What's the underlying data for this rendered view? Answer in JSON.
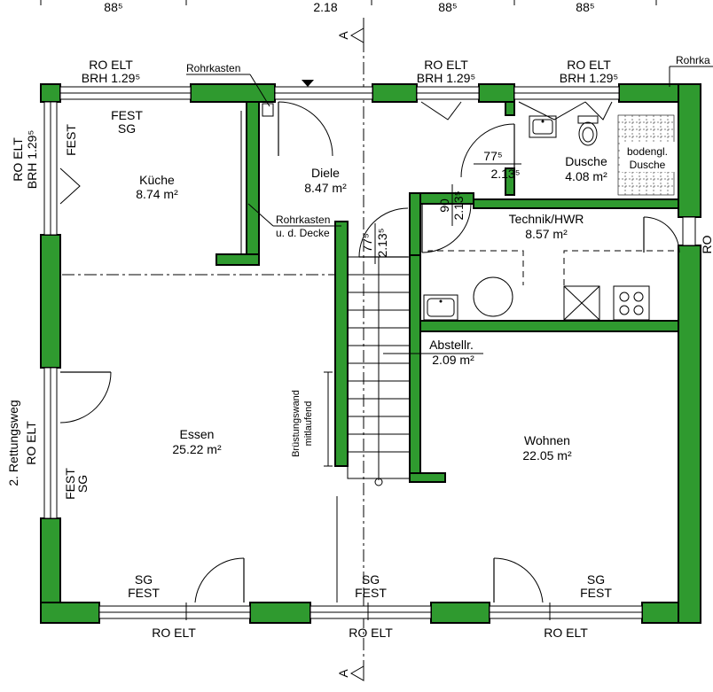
{
  "dimensions": {
    "d1": "88⁵",
    "d2": "2.18",
    "d3": "88⁵",
    "d4": "88⁵"
  },
  "section": {
    "marker": "A"
  },
  "window_labels": {
    "top_left": {
      "l1": "RO ELT",
      "l2": "BRH 1.29⁵"
    },
    "top_mid": {
      "l1": "RO ELT",
      "l2": "BRH 1.29⁵"
    },
    "top_right": {
      "l1": "RO ELT",
      "l2": "BRH 1.29⁵"
    },
    "left_top": {
      "l1": "RO ELT",
      "l2": "BRH 1.29⁵"
    },
    "kueche_fest": "FEST",
    "kueche_fest_sg": {
      "l1": "FEST",
      "l2": "SG"
    },
    "left_escape": "2. Rettungsweg",
    "left_ro": "RO ELT",
    "left_fest_sg": {
      "l1": "FEST",
      "l2": "SG"
    },
    "bottom_left": {
      "l1": "SG",
      "l2": "FEST"
    },
    "bottom_mid": {
      "l1": "SG",
      "l2": "FEST"
    },
    "bottom_right": {
      "l1": "SG",
      "l2": "FEST"
    },
    "bottom_ro_1": "RO ELT",
    "bottom_ro_2": "RO ELT",
    "bottom_ro_3": "RO ELT",
    "right_ro": "RO"
  },
  "rooms": {
    "kueche": {
      "name": "Küche",
      "area": "8.74 m²"
    },
    "diele": {
      "name": "Diele",
      "area": "8.47 m²"
    },
    "dusche": {
      "name": "Dusche",
      "area": "4.08 m²"
    },
    "technik": {
      "name": "Technik/HWR",
      "area": "8.57 m²"
    },
    "abstell": {
      "name": "Abstellr.",
      "area": "2.09 m²"
    },
    "essen": {
      "name": "Essen",
      "area": "25.22 m²"
    },
    "wohnen": {
      "name": "Wohnen",
      "area": "22.05 m²"
    }
  },
  "annotations": {
    "rohrkasten_top": "Rohrkasten",
    "rohrkasten_right": "Rohrka",
    "rohrkasten_decke": {
      "l1": "Rohrkasten",
      "l2": "u. d. Decke"
    },
    "bodengl": {
      "l1": "bodengl.",
      "l2": "Dusche"
    },
    "bruestung": {
      "l1": "Brüstungswand",
      "l2": "mitlaufend"
    },
    "door_dusche": {
      "w": "77⁵",
      "h": "2.13⁵"
    },
    "door_technik": {
      "w": "90",
      "h": "2.13⁵"
    },
    "door_diele": {
      "w": "77⁵",
      "h": "2.13⁵"
    }
  }
}
